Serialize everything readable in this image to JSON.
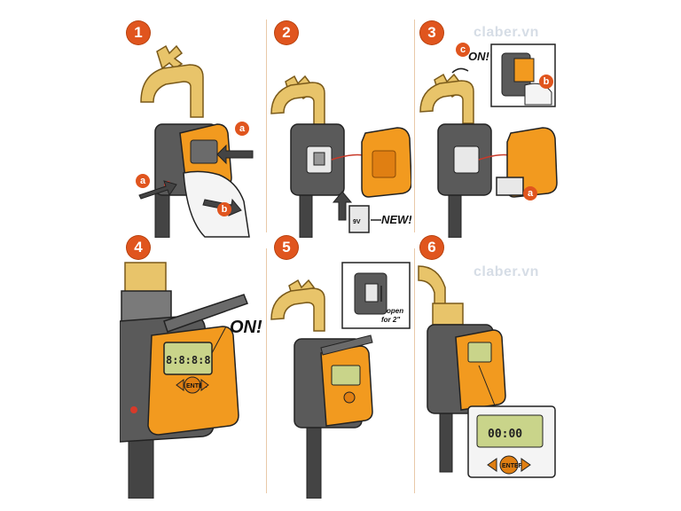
{
  "steps": [
    "1",
    "2",
    "3",
    "4",
    "5",
    "6"
  ],
  "letters": {
    "a": "a",
    "b": "b",
    "c": "c"
  },
  "callouts": {
    "new": "NEW!",
    "on": "ON!",
    "open": "open",
    "open_for": "for 2\""
  },
  "watermark": "claber.vn",
  "lcd": {
    "step4": "8:8:8:8",
    "step6": "00:00"
  },
  "button_label": "ENTER",
  "colors": {
    "accent": "#e0551e",
    "body": "#5a5a5a",
    "orange": "#f29a1f",
    "brass": "#e8c46a",
    "lcd": "#c9d48a"
  }
}
